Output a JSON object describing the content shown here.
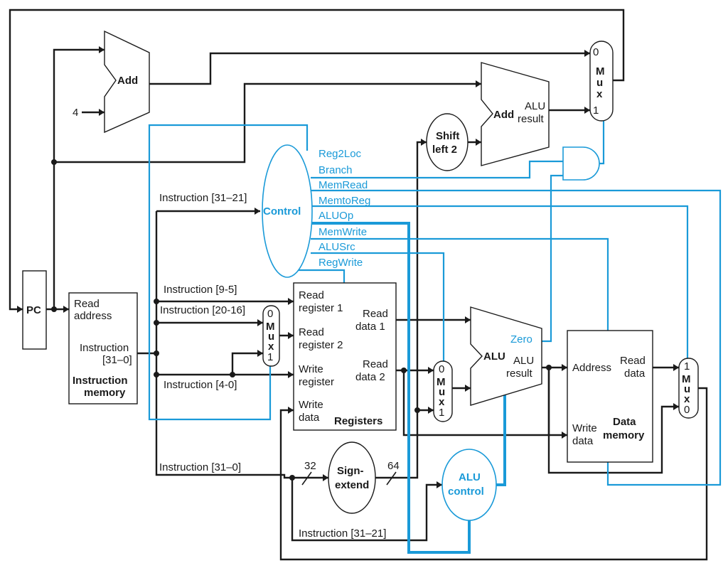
{
  "pc": {
    "label": "PC"
  },
  "add_pc": {
    "label": "Add",
    "const": "4"
  },
  "add_branch": {
    "label": "Add",
    "alu": "ALU",
    "result": "result"
  },
  "shift": {
    "line1": "Shift",
    "line2": "left 2"
  },
  "mux_top": {
    "in0": "0",
    "in1": "1",
    "m": "M",
    "u": "u",
    "x": "x"
  },
  "mux_reg": {
    "in0": "0",
    "in1": "1",
    "m": "M",
    "u": "u",
    "x": "x"
  },
  "mux_alu": {
    "in0": "0",
    "in1": "1",
    "m": "M",
    "u": "u",
    "x": "x"
  },
  "mux_mem": {
    "in0": "0",
    "in1": "1",
    "m": "M",
    "u": "u",
    "x": "x"
  },
  "control": {
    "label": "Control",
    "signals": [
      "Reg2Loc",
      "Branch",
      "MemRead",
      "MemtoReg",
      "ALUOp",
      "MemWrite",
      "ALUSrc",
      "RegWrite"
    ]
  },
  "instr_mem": {
    "read1": "Read",
    "read2": "address",
    "out1": "Instruction",
    "out2": "[31–0]",
    "title1": "Instruction",
    "title2": "memory"
  },
  "registers": {
    "rr1a": "Read",
    "rr1b": "register 1",
    "rr2a": "Read",
    "rr2b": "register 2",
    "wra": "Write",
    "wrb": "register",
    "wda": "Write",
    "wdb": "data",
    "rd1a": "Read",
    "rd1b": "data 1",
    "rd2a": "Read",
    "rd2b": "data 2",
    "title": "Registers"
  },
  "alu": {
    "label": "ALU",
    "zero": "Zero",
    "res1": "ALU",
    "res2": "result"
  },
  "alu_control": {
    "line1": "ALU",
    "line2": "control"
  },
  "sign_extend": {
    "line1": "Sign-",
    "line2": "extend",
    "in_bits": "32",
    "out_bits": "64"
  },
  "data_mem": {
    "address": "Address",
    "rd1": "Read",
    "rd2": "data",
    "wd1": "Write",
    "wd2": "data",
    "title1": "Data",
    "title2": "memory"
  },
  "labels": {
    "i31_21_top": "Instruction [31–21]",
    "i9_5": "Instruction [9-5]",
    "i20_16": "Instruction [20-16]",
    "i4_0": "Instruction [4-0]",
    "i31_0": "Instruction [31–0]",
    "i31_21_bot": "Instruction [31–21]"
  },
  "colors": {
    "control_path": "#1a9ad8",
    "datapath": "#1a1a1a"
  }
}
